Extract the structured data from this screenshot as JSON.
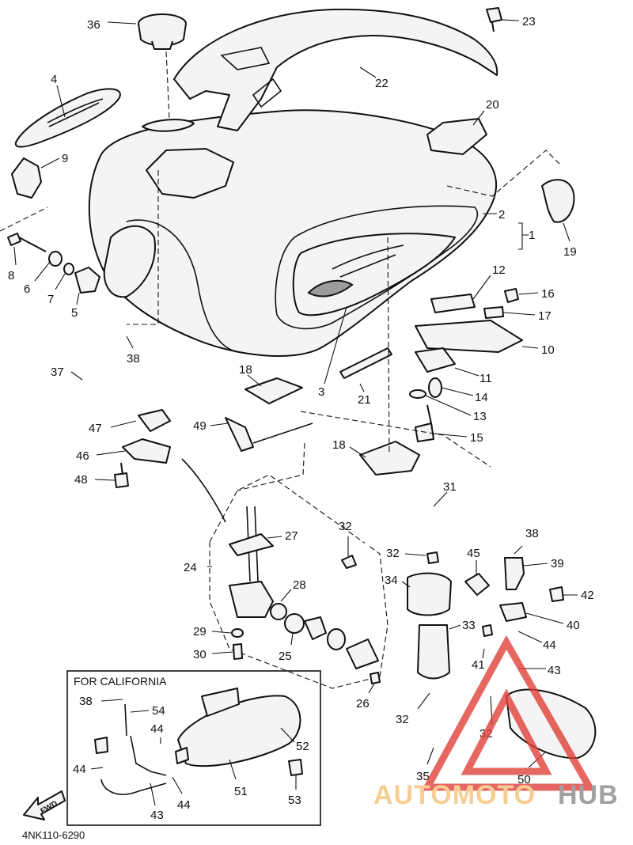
{
  "diagram": {
    "ref_code": "4NK110-6290",
    "california_box_title": "FOR CALIFORNIA",
    "fwd_label": "FWD",
    "part_numbers": [
      "1",
      "2",
      "3",
      "4",
      "5",
      "6",
      "7",
      "8",
      "9",
      "10",
      "11",
      "12",
      "13",
      "14",
      "15",
      "16",
      "17",
      "18",
      "18",
      "19",
      "20",
      "21",
      "22",
      "23",
      "24",
      "25",
      "26",
      "27",
      "28",
      "29",
      "30",
      "31",
      "32",
      "32",
      "32",
      "32",
      "33",
      "34",
      "35",
      "36",
      "37",
      "38",
      "38",
      "38",
      "39",
      "40",
      "41",
      "42",
      "43",
      "43",
      "44",
      "44",
      "44",
      "44",
      "45",
      "46",
      "47",
      "48",
      "49",
      "50",
      "51",
      "52",
      "53",
      "54"
    ]
  },
  "watermark": {
    "text_a": "AUTOMOTO",
    "text_b": "HUB",
    "color_a": "#f4c27a",
    "color_b": "#8a8a8a",
    "logo_color": "#e0403b"
  }
}
